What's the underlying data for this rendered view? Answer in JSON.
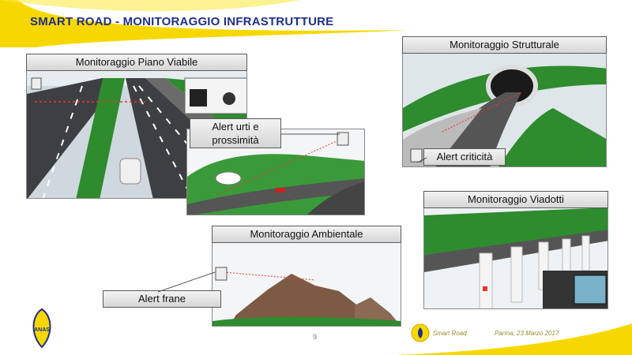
{
  "title": "SMART ROAD - MONITORAGGIO INFRASTRUTTURE",
  "panels": {
    "piano_viabile": "Monitoraggio Piano Viabile",
    "strutturale": "Monitoraggio Strutturale",
    "viadotti": "Monitoraggio Viadotti",
    "ambientale": "Monitoraggio Ambientale"
  },
  "callouts": {
    "urti": "Alert urti e prossimità",
    "criticita": "Alert criticità",
    "frane": "Alert frane"
  },
  "footer": {
    "brand": "Smart Road",
    "date": "Parma, 23 Marzo 2017",
    "page": "9"
  },
  "logo_text": "ANAS",
  "colors": {
    "title": "#1f2f8c",
    "brand_yellow": "#f6d800",
    "grass": "#2e8b2e"
  }
}
